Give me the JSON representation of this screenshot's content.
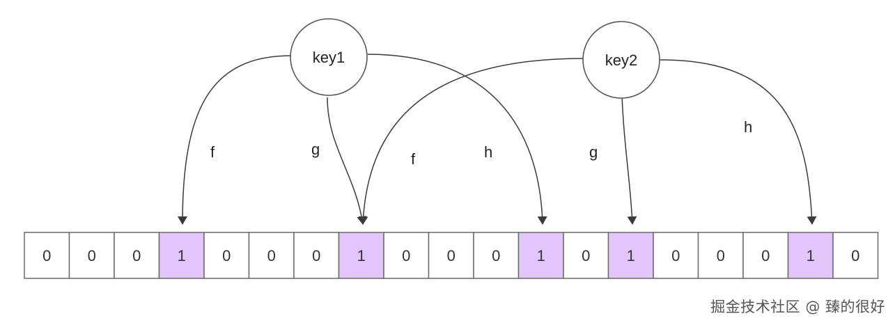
{
  "keys": [
    {
      "id": "key1",
      "label": "key1"
    },
    {
      "id": "key2",
      "label": "key2"
    }
  ],
  "hash_functions": [
    "f",
    "g",
    "h"
  ],
  "bit_array": [
    0,
    0,
    0,
    1,
    0,
    0,
    0,
    1,
    0,
    0,
    0,
    1,
    0,
    1,
    0,
    0,
    0,
    1,
    0
  ],
  "mappings": [
    {
      "key": "key1",
      "fn": "f",
      "bit_index": 3
    },
    {
      "key": "key1",
      "fn": "g",
      "bit_index": 7
    },
    {
      "key": "key1",
      "fn": "h",
      "bit_index": 11
    },
    {
      "key": "key2",
      "fn": "f",
      "bit_index": 7
    },
    {
      "key": "key2",
      "fn": "g",
      "bit_index": 13
    },
    {
      "key": "key2",
      "fn": "h",
      "bit_index": 17
    }
  ],
  "colors": {
    "set_bit_fill": "#e2c6fb",
    "unset_bit_fill": "#ffffff",
    "stroke": "#3a3a3a"
  },
  "watermark": "掘金技术社区 @ 臻的很好"
}
